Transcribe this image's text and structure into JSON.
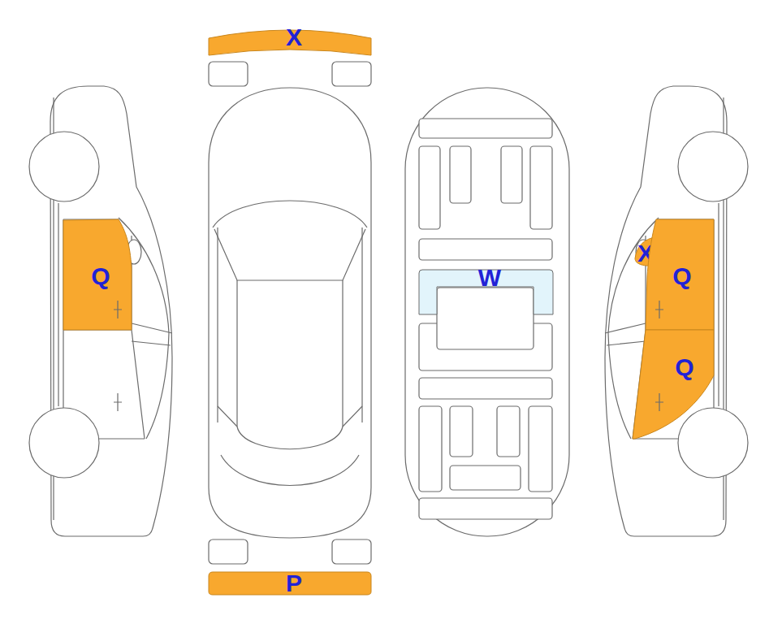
{
  "diagram": {
    "nodes": [
      {
        "text": [
          "X"
        ]
      },
      {
        "text": [
          "Q"
        ]
      },
      {
        "text": [
          "W"
        ]
      },
      {
        "text": [
          "X"
        ]
      },
      {
        "text": [
          "Q"
        ]
      },
      {
        "text": [
          "Q"
        ]
      },
      {
        "text": [
          "P"
        ]
      }
    ]
  }
}
